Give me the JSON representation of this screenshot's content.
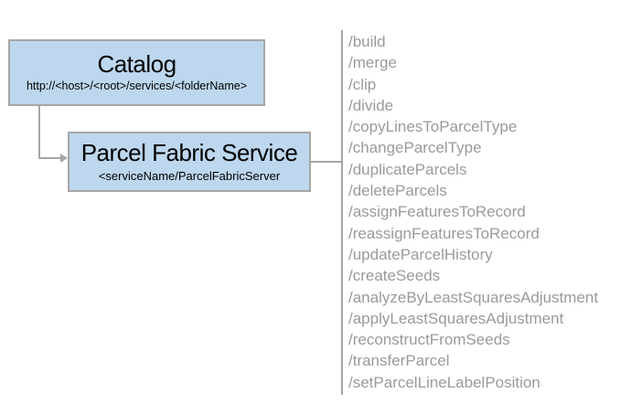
{
  "catalog": {
    "title": "Catalog",
    "subtitle": "http://<host>/<root>/services/<folderName>"
  },
  "service": {
    "title": "Parcel Fabric Service",
    "subtitle": "<serviceName/ParcelFabricServer"
  },
  "endpoints": [
    "/build",
    "/merge",
    "/clip",
    "/divide",
    "/copyLinesToParcelType",
    "/changeParcelType",
    "/duplicateParcels",
    "/deleteParcels",
    "/assignFeaturesToRecord",
    "/reassignFeaturesToRecord",
    "/updateParcelHistory",
    "/createSeeds",
    "/analyzeByLeastSquaresAdjustment",
    "/applyLeastSquaresAdjustment",
    "/reconstructFromSeeds",
    "/transferParcel",
    "/setParcelLineLabelPosition"
  ],
  "colors": {
    "box_fill": "#bdd7ee",
    "box_border": "#a6a6a6",
    "connector": "#a6a6a6",
    "endpoint_text": "#9a9a9a",
    "box_text": "#000000",
    "background": "#ffffff"
  }
}
